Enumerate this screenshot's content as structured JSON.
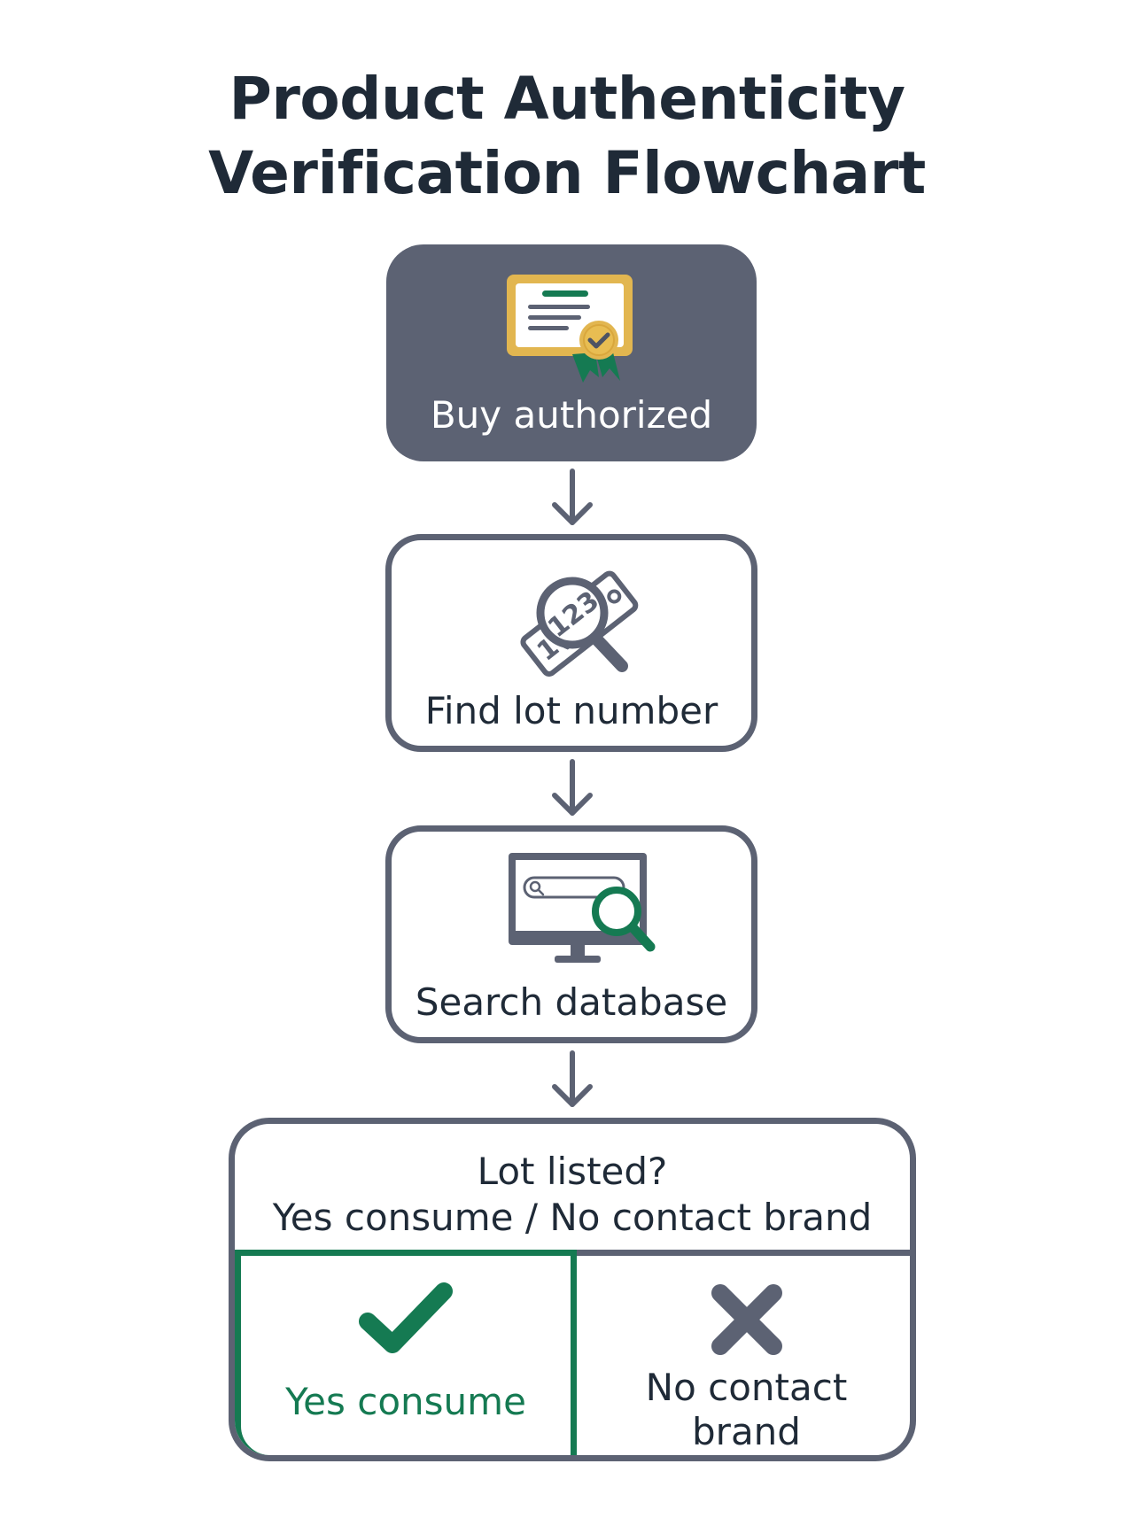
{
  "title": {
    "line1": "Product Authenticity",
    "line2": "Verification Flowchart"
  },
  "steps": [
    {
      "label": "Buy authorized",
      "icon": "certificate-icon"
    },
    {
      "label": "Find lot number",
      "icon": "lot-tag-magnifier-icon",
      "icon_text": "123",
      "icon_text_partial": "1("
    },
    {
      "label": "Search database",
      "icon": "monitor-search-icon"
    }
  ],
  "decision": {
    "question_line1": "Lot listed?",
    "question_line2": "Yes consume / No contact brand",
    "yes": {
      "label": "Yes consume",
      "icon": "checkmark-icon"
    },
    "no": {
      "label_line1": "No contact",
      "label_line2": "brand",
      "icon": "x-icon"
    }
  },
  "colors": {
    "dark": "#5c6273",
    "text": "#1f2a37",
    "green": "#157a52",
    "gold": "#e2b650"
  }
}
